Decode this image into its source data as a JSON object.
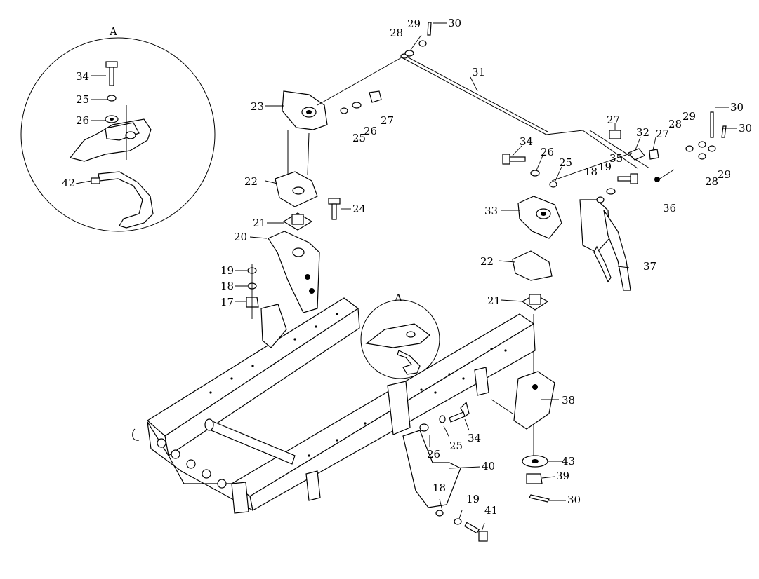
{
  "detail_marks": {
    "main": "A",
    "inset": "A"
  },
  "callouts": {
    "c17": "17",
    "c18a": "18",
    "c18b": "18",
    "c18c": "18",
    "c19a": "19",
    "c19b": "19",
    "c19c": "19",
    "c20": "20",
    "c21a": "21",
    "c21b": "21",
    "c22a": "22",
    "c22b": "22",
    "c23": "23",
    "c24": "24",
    "c25a": "25",
    "c25b": "25",
    "c25c": "25",
    "c25d": "25",
    "c26a": "26",
    "c26b": "26",
    "c26c": "26",
    "c26d": "26",
    "c27a": "27",
    "c27b": "27",
    "c27c": "27",
    "c28a": "28",
    "c28b": "28",
    "c28c": "28",
    "c29a": "29",
    "c29b": "29",
    "c29c": "29",
    "c30a": "30",
    "c30b": "30",
    "c30c": "30",
    "c30d": "30",
    "c31": "31",
    "c32": "32",
    "c33": "33",
    "c34a": "34",
    "c34b": "34",
    "c34c": "34",
    "c35": "35",
    "c36": "36",
    "c37": "37",
    "c38": "38",
    "c39": "39",
    "c40": "40",
    "c41": "41",
    "c42": "42",
    "c43": "43"
  }
}
